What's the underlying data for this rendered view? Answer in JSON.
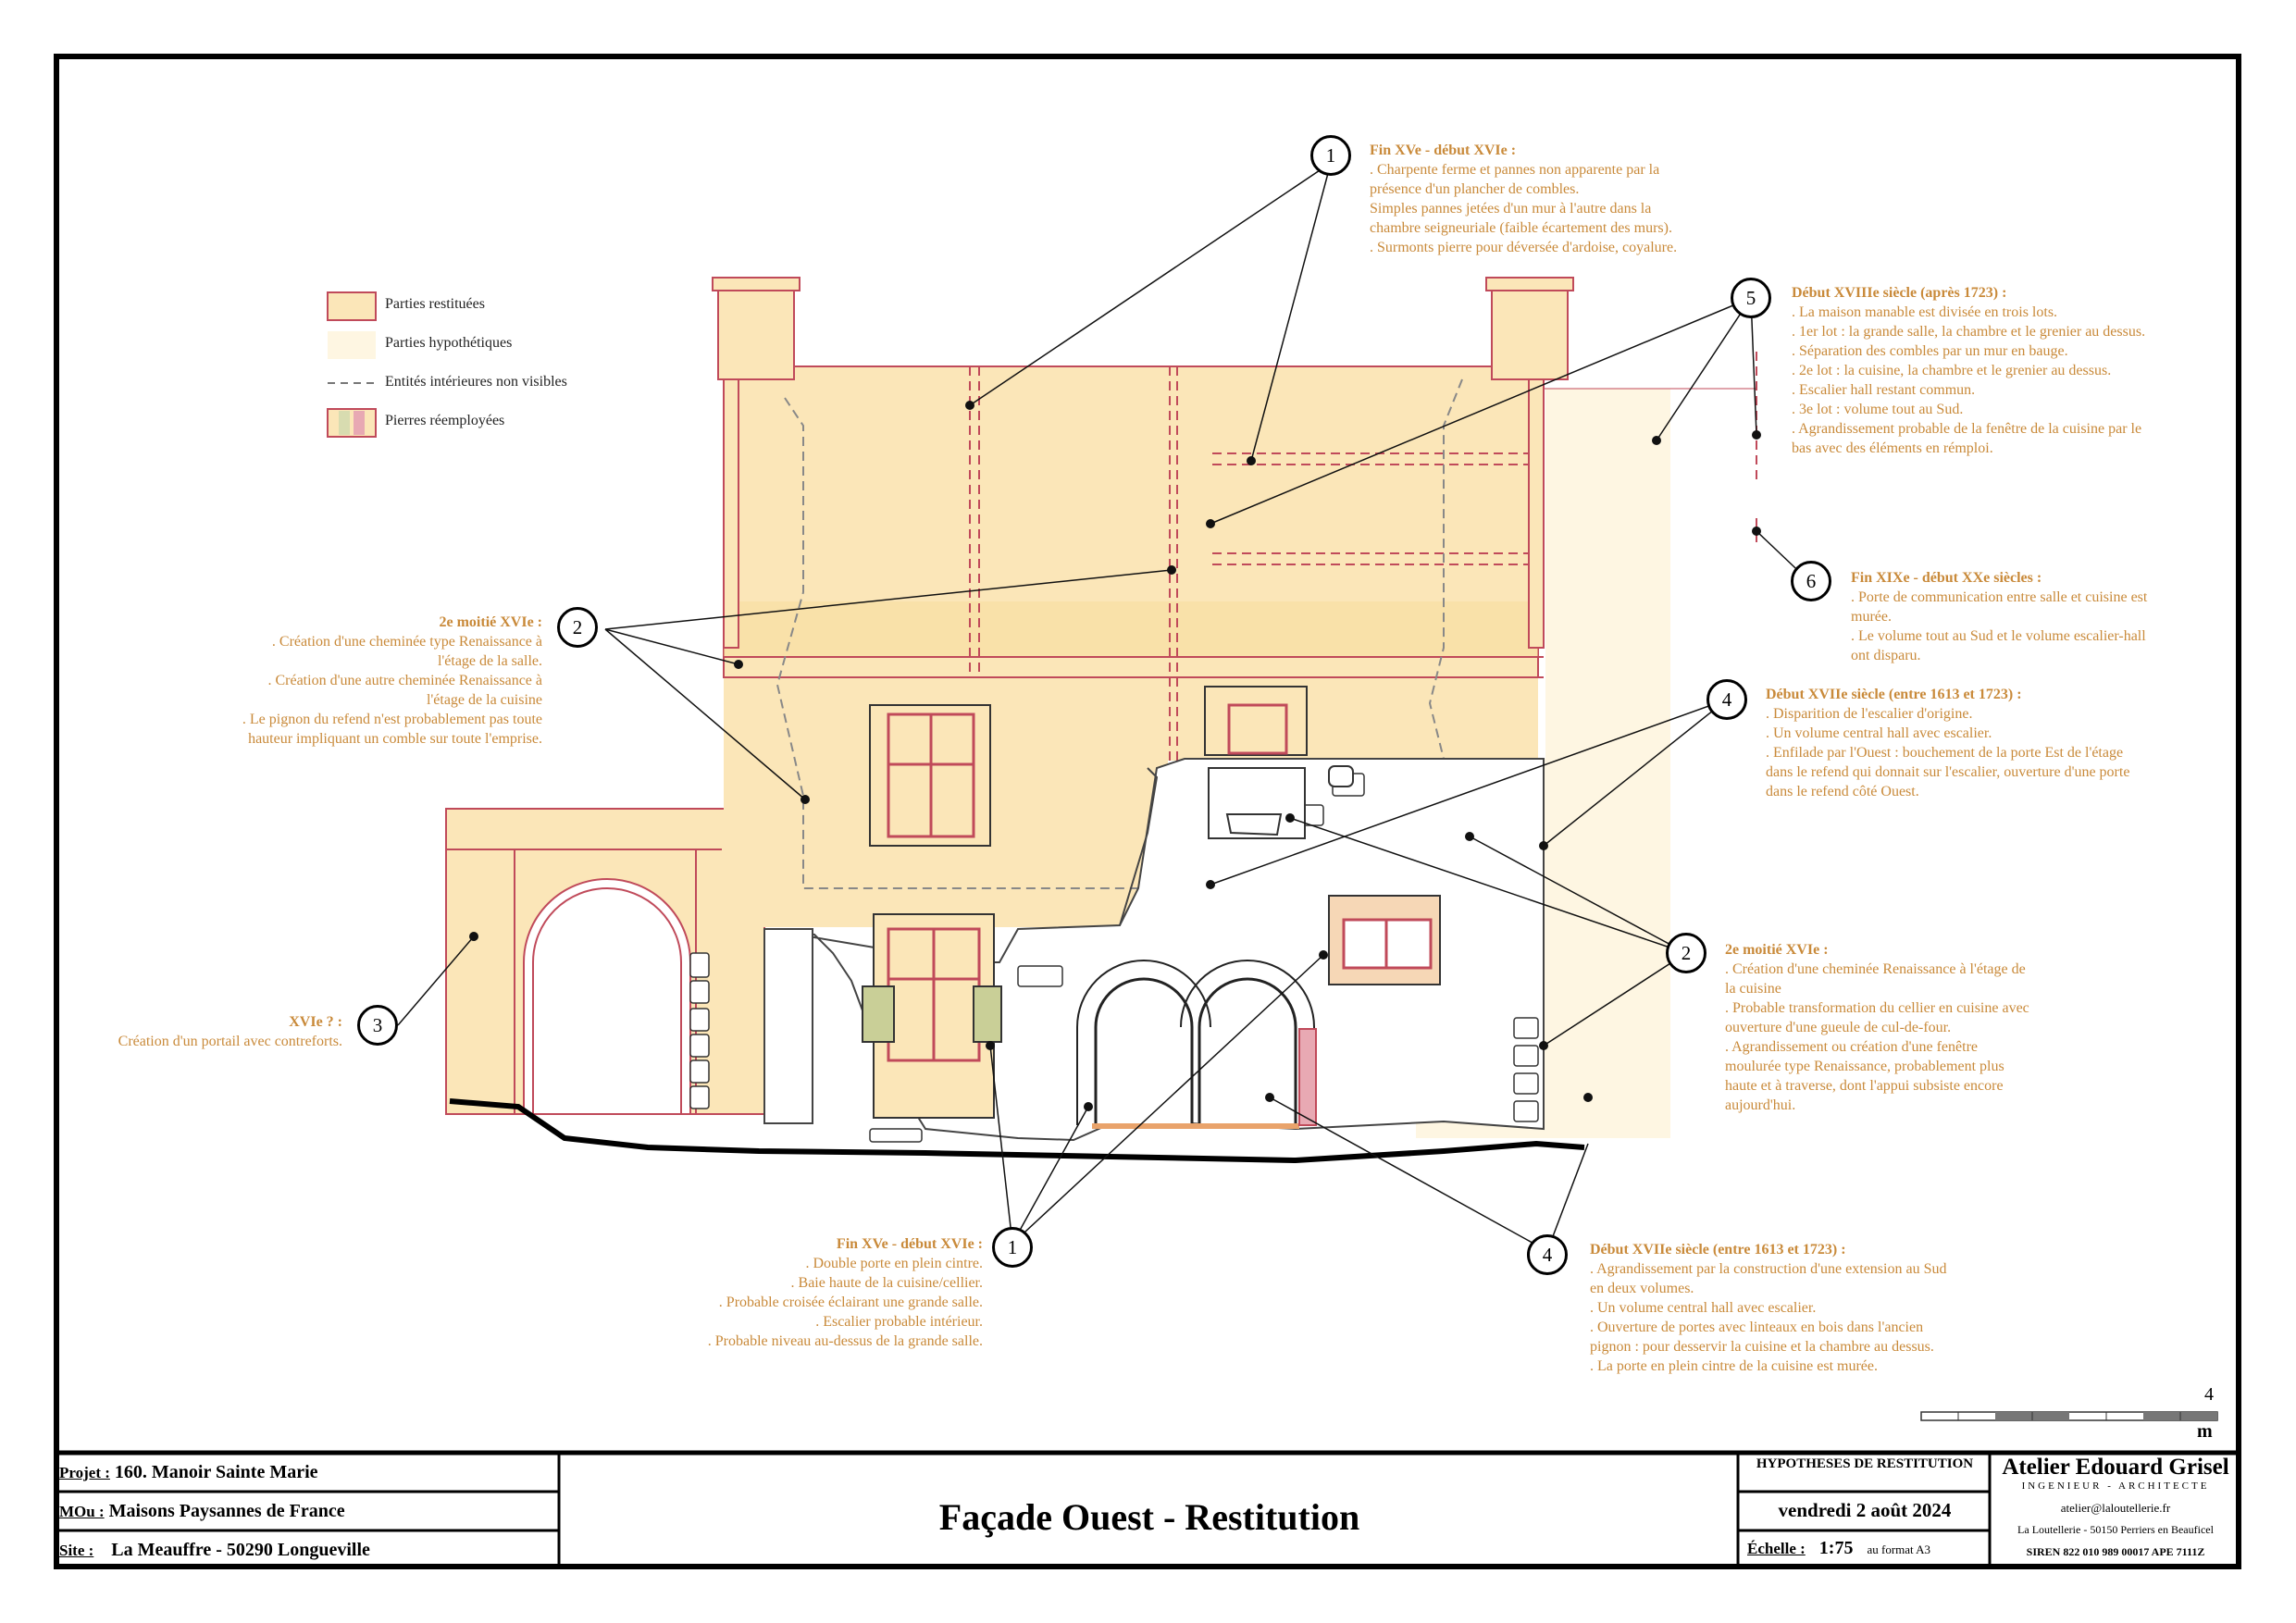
{
  "legend": [
    {
      "label": "Parties restituées"
    },
    {
      "label": "Parties hypothétiques"
    },
    {
      "label": "Entités intérieures non visibles"
    },
    {
      "label": "Pierres réemployées"
    }
  ],
  "colors": {
    "restituted": "#fbe6b8",
    "hypothetical": "#fef6e2",
    "outline": "#c04a5a",
    "annotation": "#c98a3a",
    "reused_green": "#c9cf97",
    "reused_pink": "#e8a9b3"
  },
  "annotations": {
    "a1_top": {
      "callout": "1",
      "title": "Fin XVe - début XVIe :",
      "lines": [
        ". Charpente ferme et pannes non apparente par la",
        "présence d'un plancher de combles.",
        " Simples pannes jetées d'un mur à l'autre dans la",
        "chambre seigneuriale (faible écartement des murs).",
        ". Surmonts pierre pour déversée d'ardoise, coyalure."
      ]
    },
    "a5": {
      "callout": "5",
      "title": "Début XVIIIe siècle (après 1723) :",
      "lines": [
        ". La maison manable est divisée en trois lots.",
        ". 1er lot : la grande salle, la chambre et le grenier au dessus.",
        ". Séparation des combles par un mur en bauge.",
        ". 2e lot : la cuisine, la chambre et le grenier au dessus.",
        ". Escalier hall restant commun.",
        ". 3e lot : volume tout au Sud.",
        ". Agrandissement probable de la fenêtre de la cuisine par le",
        "bas avec des éléments en rémploi."
      ]
    },
    "a6": {
      "callout": "6",
      "title": "Fin XIXe - début XXe siècles :",
      "lines": [
        ". Porte de communication entre salle et cuisine est",
        "murée.",
        ". Le volume tout au Sud et le volume escalier-hall",
        "ont disparu."
      ]
    },
    "a2_left": {
      "callout": "2",
      "title": "2e moitié XVIe :",
      "lines": [
        ". Création d'une cheminée type Renaissance à",
        "l'étage de la salle.",
        ". Création d'une autre cheminée Renaissance à",
        "l'étage de la cuisine",
        ". Le pignon du refend n'est probablement pas toute",
        "hauteur impliquant un comble sur toute l'emprise."
      ]
    },
    "a4_top": {
      "callout": "4",
      "title": "Début XVIIe siècle (entre 1613 et 1723) :",
      "lines": [
        ". Disparition de l'escalier d'origine.",
        ". Un volume central hall avec escalier.",
        ". Enfilade par l'Ouest : bouchement de la porte Est de l'étage",
        "dans le refend qui donnait sur l'escalier, ouverture d'une porte",
        "dans le refend côté Ouest."
      ]
    },
    "a3": {
      "callout": "3",
      "title": "XVIe ? :",
      "lines": [
        "Création d'un portail avec contreforts."
      ]
    },
    "a2_right": {
      "callout": "2",
      "title": "2e moitié XVIe :",
      "lines": [
        ". Création d'une cheminée Renaissance à l'étage de",
        "la cuisine",
        ". Probable transformation du cellier en cuisine avec",
        "ouverture d'une gueule de cul-de-four.",
        ". Agrandissement ou création d'une fenêtre",
        "moulurée type Renaissance, probablement plus",
        "haute et à traverse, dont l'appui subsiste encore",
        "aujourd'hui."
      ]
    },
    "a1_bottom": {
      "callout": "1",
      "title": "Fin XVe - début XVIe :",
      "lines": [
        ". Double porte en plein cintre.",
        ". Baie haute de la cuisine/cellier.",
        ". Probable croisée éclairant une grande salle.",
        ". Escalier probable intérieur.",
        ". Probable niveau au-dessus de la grande salle."
      ]
    },
    "a4_bottom": {
      "callout": "4",
      "title": "Début XVIIe siècle (entre 1613 et 1723) :",
      "lines": [
        ". Agrandissement par la construction d'une extension au Sud",
        "en deux volumes.",
        ". Un volume central hall avec escalier.",
        ". Ouverture de portes avec linteaux en bois dans l'ancien",
        "pignon : pour desservir la cuisine et la chambre au dessus.",
        ". La porte en plein cintre de la cuisine est murée."
      ]
    }
  },
  "scale_bar": {
    "value": "4",
    "unit": "m"
  },
  "title_block": {
    "projet_label": "Projet :",
    "projet_value": "160. Manoir Sainte Marie",
    "mou_label": "MOu :",
    "mou_value": "Maisons Paysannes de France",
    "site_label": "Site :",
    "site_value": "La Meauffre - 50290 Longueville",
    "title": "Façade Ouest - Restitution",
    "phase": "HYPOTHESES DE RESTITUTION",
    "date": "vendredi 2 août 2024",
    "echelle_label": "Échelle :",
    "echelle_value": "1:75",
    "format": "au format A3",
    "firm_name": "Atelier Edouard Grisel",
    "firm_sub": "INGENIEUR - ARCHITECTE",
    "email": "atelier@laloutellerie.fr",
    "address": "La Loutellerie - 50150 Perriers en Beauficel",
    "siren": "SIREN 822 010 989 00017  APE 7111Z"
  }
}
